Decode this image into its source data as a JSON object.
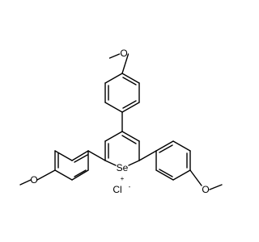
{
  "structure": {
    "atoms": {
      "top_oxygen": "O",
      "left_oxygen": "O",
      "right_oxygen": "O",
      "selenium": "Se",
      "chloride": "Cl"
    },
    "charges": {
      "selenium": "+",
      "chloride": "-"
    }
  },
  "colors": {
    "bond": "#000000",
    "text": "#000000",
    "background": "#ffffff"
  }
}
